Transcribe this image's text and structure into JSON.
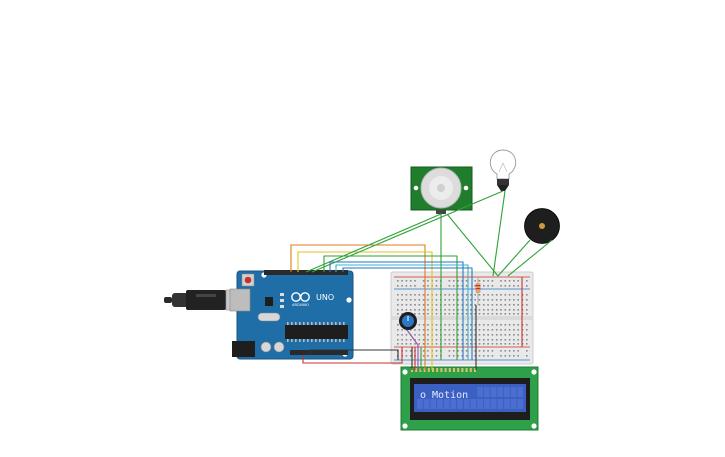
{
  "components": {
    "arduino": {
      "brand": "ARDUINO",
      "model": "UNO"
    },
    "lcd": {
      "text": "o Motion"
    }
  },
  "colors": {
    "arduino": "#1f6ea8",
    "pcb_green": "#1f7d2c",
    "lcd_screen": "#3c5fc2",
    "breadboard": "#e9e9e9",
    "wire_orange": "#e07b1f",
    "wire_yellow": "#e3c21f",
    "wire_green": "#2fa336",
    "wire_blue": "#2a76c9",
    "wire_cyan": "#37b3c7",
    "wire_red": "#c9302c",
    "wire_black": "#333333",
    "wire_purple": "#9a4bb0"
  }
}
